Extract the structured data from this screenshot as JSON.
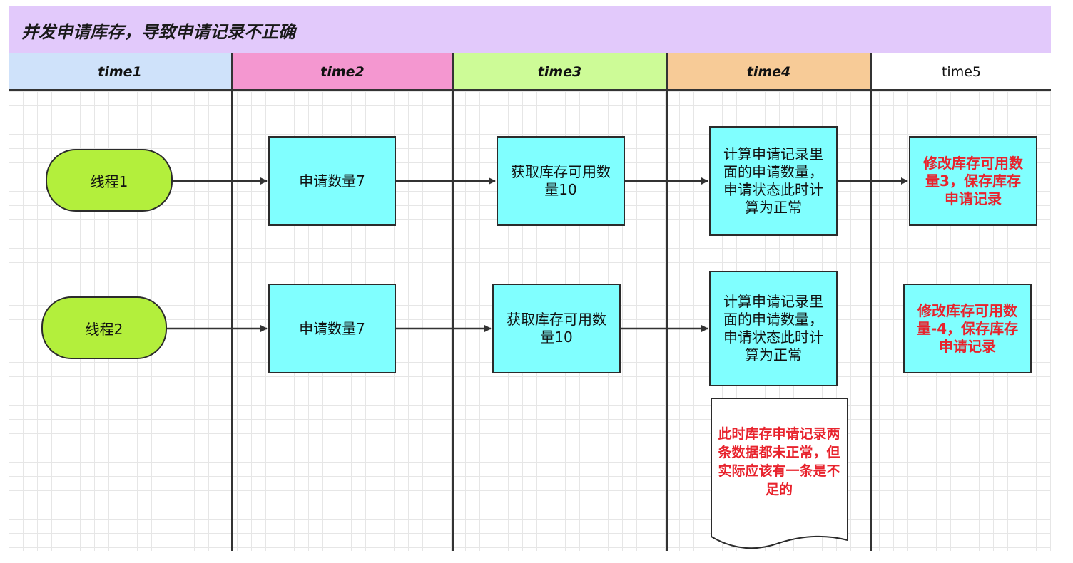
{
  "title": "并发申请库存，导致申请记录不正确",
  "lanes": [
    {
      "label": "time1",
      "color": "#cfe2fa",
      "bold": true
    },
    {
      "label": "time2",
      "color": "#f497d0",
      "bold": true
    },
    {
      "label": "time3",
      "color": "#cdfb97",
      "bold": true
    },
    {
      "label": "time4",
      "color": "#f7cb97",
      "bold": true
    },
    {
      "label": "time5",
      "color": "#ffffff",
      "bold": false
    }
  ],
  "threads": [
    {
      "label": "线程1",
      "step_apply": "申请数量7",
      "step_fetch": "获取库存可用数量10",
      "step_calc": "计算申请记录里面的申请数量，申请状态此时计算为正常",
      "step_save": "修改库存可用数量3，保存库存申请记录"
    },
    {
      "label": "线程2",
      "step_apply": "申请数量7",
      "step_fetch": "获取库存可用数量10",
      "step_calc": "计算申请记录里面的申请数量，申请状态此时计算为正常",
      "step_save": "修改库存可用数量-4，保存库存申请记录"
    }
  ],
  "note": "此时库存申请记录两条数据都未正常，但实际应该有一条是不足的",
  "colors": {
    "process_fill": "#80ffff",
    "terminal_fill": "#b3ef3c",
    "title_fill": "#e2c9fb",
    "warning_text": "#e8232d"
  }
}
